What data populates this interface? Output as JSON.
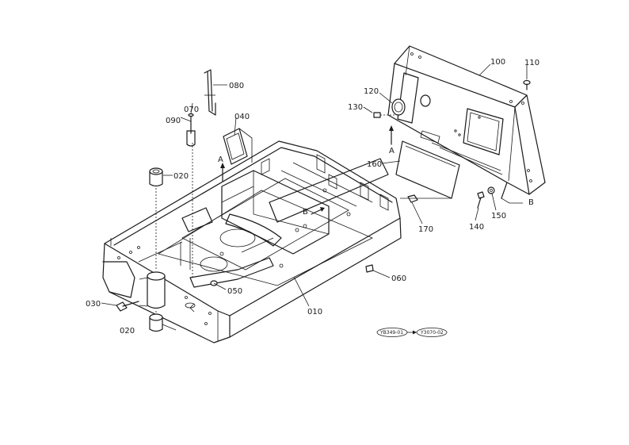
{
  "labels": {
    "p010": "010",
    "p020a": "020",
    "p020b": "020",
    "p030": "030",
    "p040": "040",
    "p050": "050",
    "p060": "060",
    "p070": "070",
    "p080": "080",
    "p090": "090",
    "p100": "100",
    "p110": "110",
    "p120": "120",
    "p130": "130",
    "p140": "140",
    "p150": "150",
    "p160": "160",
    "p170": "170",
    "markA1": "A",
    "markA2": "A",
    "markB1": "B",
    "markB2": "B"
  },
  "refs": {
    "from": "YB349-01",
    "to": "Y3070-02"
  }
}
